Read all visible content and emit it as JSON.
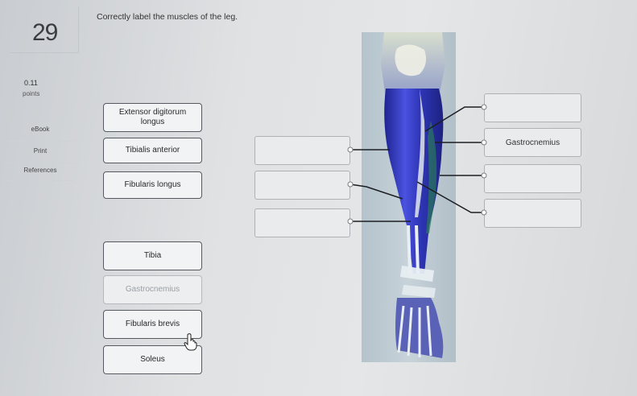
{
  "question": {
    "number": "29",
    "points_value": "0.11",
    "points_label": "points",
    "instruction": "Correctly label the muscles of the leg."
  },
  "sidebar": {
    "items": [
      {
        "label": "eBook"
      },
      {
        "label": "Print"
      },
      {
        "label": "References"
      }
    ]
  },
  "label_bank": [
    {
      "label": "Extensor digitorum longus",
      "used": false
    },
    {
      "label": "Tibialis anterior",
      "used": false
    },
    {
      "label": "Fibularis longus",
      "used": false
    },
    {
      "label": "Tibia",
      "used": false
    },
    {
      "label": "Gastrocnemius",
      "used": true
    },
    {
      "label": "Fibularis brevis",
      "used": false
    },
    {
      "label": "Soleus",
      "used": false
    }
  ],
  "drop_zones": {
    "left": [
      {
        "value": ""
      },
      {
        "value": ""
      },
      {
        "value": ""
      }
    ],
    "right": [
      {
        "value": ""
      },
      {
        "value": "Gastrocnemius"
      },
      {
        "value": ""
      },
      {
        "value": ""
      }
    ]
  },
  "colors": {
    "muscle_blue": "#3a3fc8",
    "tendon_white": "#e8eef2",
    "leader_line": "#1c1e22"
  },
  "icons": {
    "cursor": "hand-pointer-icon"
  }
}
